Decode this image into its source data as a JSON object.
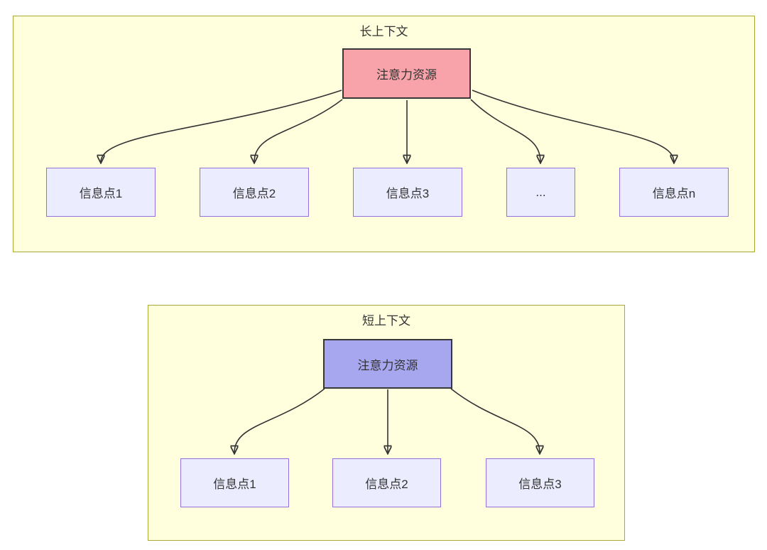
{
  "diagram": {
    "panels": [
      {
        "id": "long-context",
        "title": "长上下文",
        "attention": {
          "label": "注意力资源"
        },
        "nodes": [
          {
            "label": "信息点1"
          },
          {
            "label": "信息点2"
          },
          {
            "label": "信息点3"
          },
          {
            "label": "..."
          },
          {
            "label": "信息点n"
          }
        ]
      },
      {
        "id": "short-context",
        "title": "短上下文",
        "attention": {
          "label": "注意力资源"
        },
        "nodes": [
          {
            "label": "信息点1"
          },
          {
            "label": "信息点2"
          },
          {
            "label": "信息点3"
          }
        ]
      }
    ],
    "colors": {
      "canvas": "#ffffff",
      "panel_fill": "#ffffde",
      "panel_border": "#aaaa33",
      "attention_long_fill": "#f7a3a9",
      "attention_short_fill": "#a7a7f0",
      "attention_border": "#383838",
      "node_fill": "#ececff",
      "node_border": "#9370db",
      "edge": "#333333",
      "text": "#333333"
    }
  }
}
